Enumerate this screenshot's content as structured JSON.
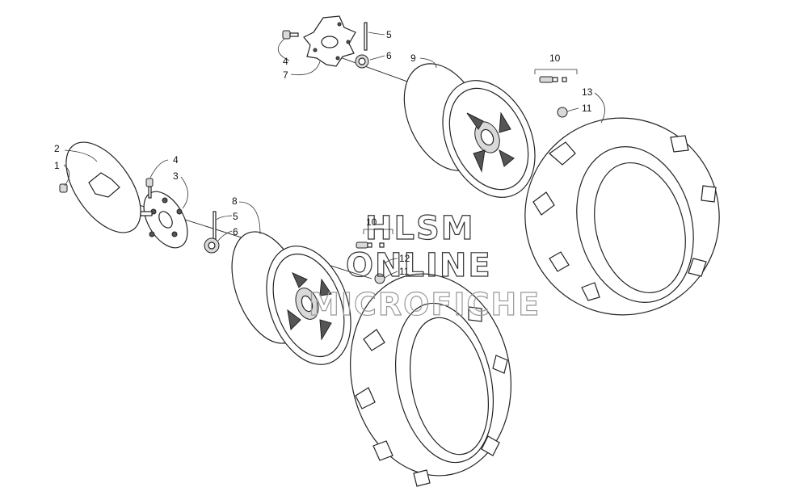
{
  "callouts": [
    {
      "id": "c1",
      "label": "1"
    },
    {
      "id": "c2",
      "label": "2"
    },
    {
      "id": "c3",
      "label": "3"
    },
    {
      "id": "c4a",
      "label": "4"
    },
    {
      "id": "c4b",
      "label": "4"
    },
    {
      "id": "c5a",
      "label": "5"
    },
    {
      "id": "c5b",
      "label": "5"
    },
    {
      "id": "c6a",
      "label": "6"
    },
    {
      "id": "c6b",
      "label": "6"
    },
    {
      "id": "c7",
      "label": "7"
    },
    {
      "id": "c8",
      "label": "8"
    },
    {
      "id": "c9",
      "label": "9"
    },
    {
      "id": "c10a",
      "label": "10"
    },
    {
      "id": "c10b",
      "label": "10"
    },
    {
      "id": "c11a",
      "label": "11"
    },
    {
      "id": "c11b",
      "label": "11"
    },
    {
      "id": "c12",
      "label": "12"
    },
    {
      "id": "c13",
      "label": "13"
    }
  ],
  "watermark": {
    "line1": "HLSM",
    "line2": "ONLINE",
    "line3": "MICROFICHE"
  }
}
